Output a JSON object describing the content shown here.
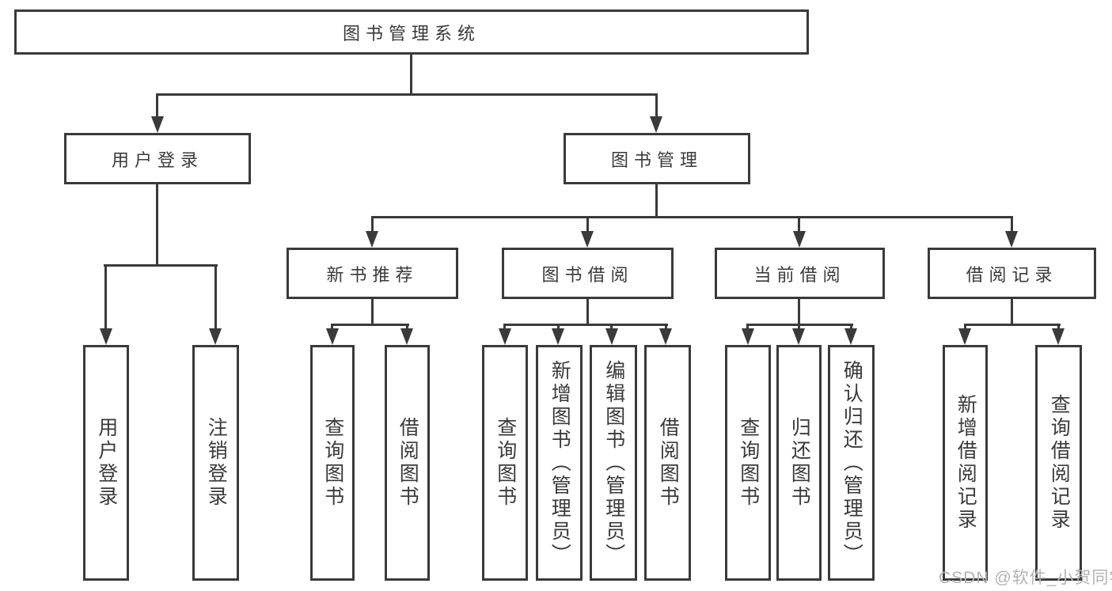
{
  "diagram": {
    "root": "图书管理系统",
    "branches": [
      {
        "label": "用户登录",
        "children": [
          "用户登录",
          "注销登录"
        ]
      },
      {
        "label": "图书管理",
        "children": [
          {
            "label": "新书推荐",
            "children": [
              "查询图书",
              "借阅图书"
            ]
          },
          {
            "label": "图书借阅",
            "children": [
              "查询图书",
              "新增图书（管理员）",
              "编辑图书（管理员）",
              "借阅图书"
            ]
          },
          {
            "label": "当前借阅",
            "children": [
              "查询图书",
              "归还图书",
              "确认归还（管理员）"
            ]
          },
          {
            "label": "借阅记录",
            "children": [
              "新增借阅记录",
              "查询借阅记录"
            ]
          }
        ]
      }
    ],
    "watermark": "CSDN @软件_小贺同学",
    "colors": {
      "line": "#3a3a3a",
      "box_background": "#ffffff",
      "watermark_text": "#b3b3b3"
    }
  }
}
